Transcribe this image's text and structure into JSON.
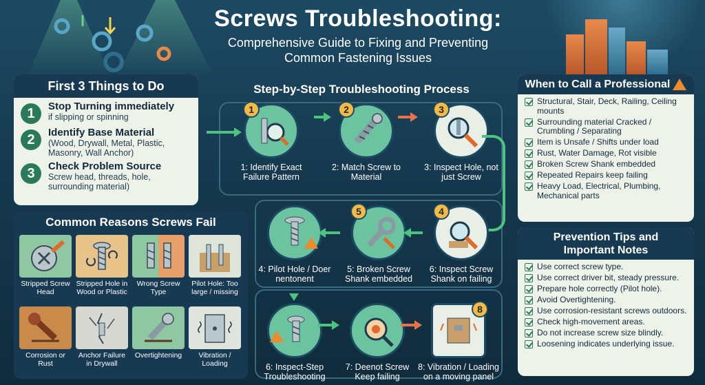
{
  "header": {
    "title": "Screws Troubleshooting:",
    "subtitle_line1": "Comprehensive Guide to Fixing and Preventing",
    "subtitle_line2": "Common Fastening Issues"
  },
  "first3": {
    "title": "First 3 Things to Do",
    "items": [
      {
        "num": "1",
        "title": "Stop Turning immediately",
        "desc": "if slipping or spinning"
      },
      {
        "num": "2",
        "title": "Identify Base Material",
        "desc": "(Wood, Drywall, Metal, Plastic, Masonry, Wall Anchor)"
      },
      {
        "num": "3",
        "title": "Check Problem Source",
        "desc": "Screw head, threads, hole, surrounding material)"
      }
    ]
  },
  "reasons": {
    "title": "Common Reasons Screws Fail",
    "items": [
      {
        "label": "Stripped Screw Head"
      },
      {
        "label": "Stripped Hole in Wood or Plastic"
      },
      {
        "label": "Wrong Screw Type"
      },
      {
        "label": "Pilot Hole: Too large / missing"
      },
      {
        "label": "Corrosion or Rust"
      },
      {
        "label": "Anchor Failure in Drywall"
      },
      {
        "label": "Overtightening"
      },
      {
        "label": "Vibration / Loading"
      }
    ]
  },
  "process": {
    "title": "Step-by-Step Troubleshooting Process",
    "steps": [
      {
        "num": "1",
        "label": "1: Identify Exact Failure Pattern"
      },
      {
        "num": "2",
        "label": "2: Match Screw to Material"
      },
      {
        "num": "3",
        "label": "3: Inspect Hole, not just Screw"
      },
      {
        "num": "4",
        "label": "6: Inspect Screw Shank on failing"
      },
      {
        "num": "5",
        "label": "5: Broken Screw Shank embedded"
      },
      {
        "num": "",
        "label": "4: Pilot Hole / Doer nentonent"
      },
      {
        "num": "",
        "label": "6: Inspect-Step Troubleshooting"
      },
      {
        "num": "",
        "label": "7: Deenot Screw Keep failing"
      },
      {
        "num": "8",
        "label": "8: Vibration / Loading on a moving panel"
      }
    ]
  },
  "professional": {
    "title": "When to Call a Professional",
    "items": [
      "Structural, Stair, Deck, Railing, Ceiling mounts",
      "Surrounding material Cracked / Crumbling / Separating",
      "Item is Unsafe / Shifts under load",
      "Rust, Water Damage, Rot visible",
      "Broken Screw Shank embedded",
      "Repeated Repairs keep failing",
      "Heavy Load, Electrical, Plumbing, Mechanical parts"
    ]
  },
  "tips": {
    "title_line1": "Prevention Tips and",
    "title_line2": "Important Notes",
    "items": [
      "Use correct screw type.",
      "Use correct driver bit, steady pressure.",
      "Prepare hole correctly (Pilot hole).",
      "Avoid Overtightening.",
      "Use corrosion-resistant screws outdoors.",
      "Check high-movement areas.",
      "Do not increase screw size blindly.",
      "Loosening indicates underlying issue."
    ]
  },
  "colors": {
    "background": "#14344a",
    "panel_head": "#173a52",
    "accent_green": "#4dc47d",
    "accent_orange": "#e8734a",
    "badge_yellow": "#f5b946"
  }
}
